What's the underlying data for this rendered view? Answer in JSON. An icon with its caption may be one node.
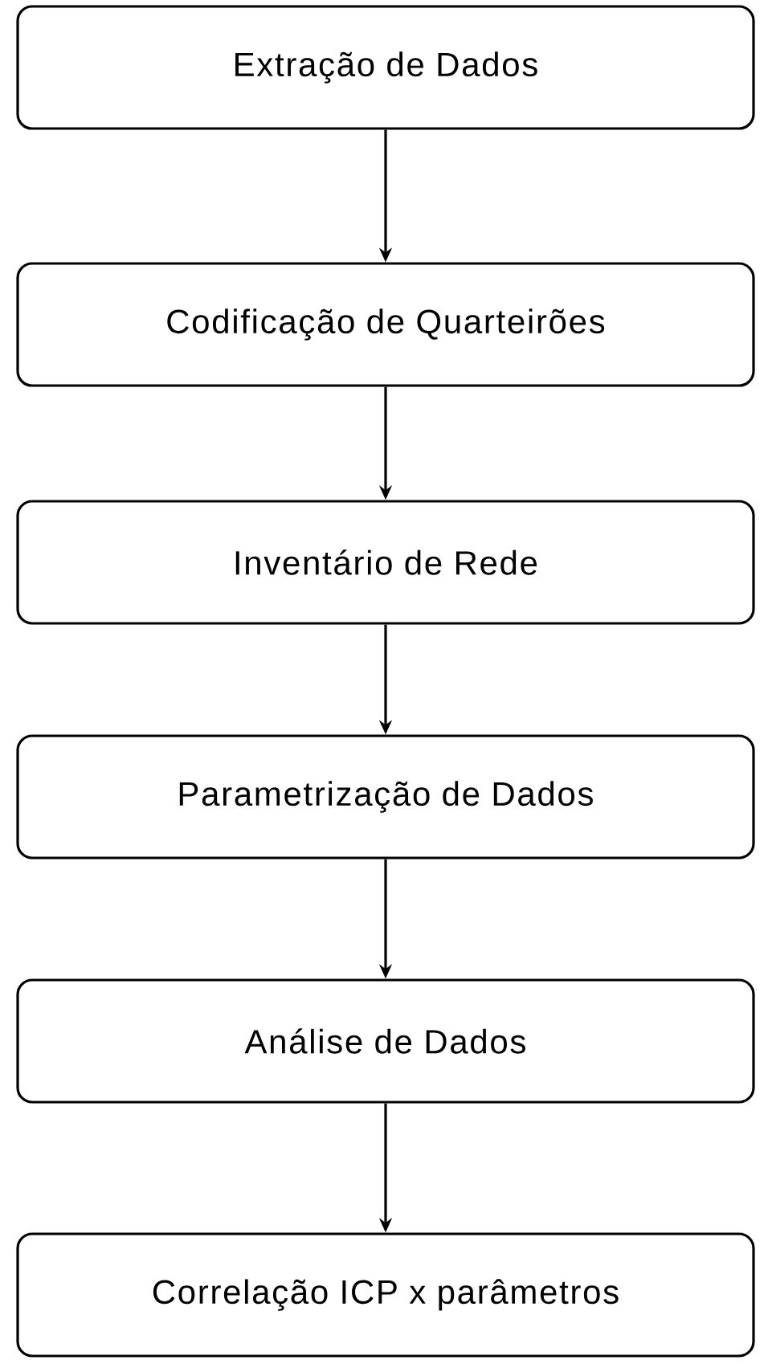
{
  "diagram": {
    "nodes": [
      {
        "text": [
          "Extração de Dados"
        ]
      },
      {
        "text": [
          "Codificação de Quarteirões"
        ]
      },
      {
        "text": [
          "Inventário de Rede"
        ]
      },
      {
        "text": [
          "Parametrização de Dados"
        ]
      },
      {
        "text": [
          "Análise de Dados"
        ]
      },
      {
        "text": [
          "Correlação ICP x parâmetros"
        ]
      }
    ],
    "edges": [
      {
        "from": 0,
        "to": 1,
        "arrow": "to"
      },
      {
        "from": 1,
        "to": 2,
        "arrow": "to"
      },
      {
        "from": 2,
        "to": 3,
        "arrow": "to"
      },
      {
        "from": 3,
        "to": 4,
        "arrow": "to"
      },
      {
        "from": 4,
        "to": 5,
        "arrow": "to"
      }
    ]
  }
}
